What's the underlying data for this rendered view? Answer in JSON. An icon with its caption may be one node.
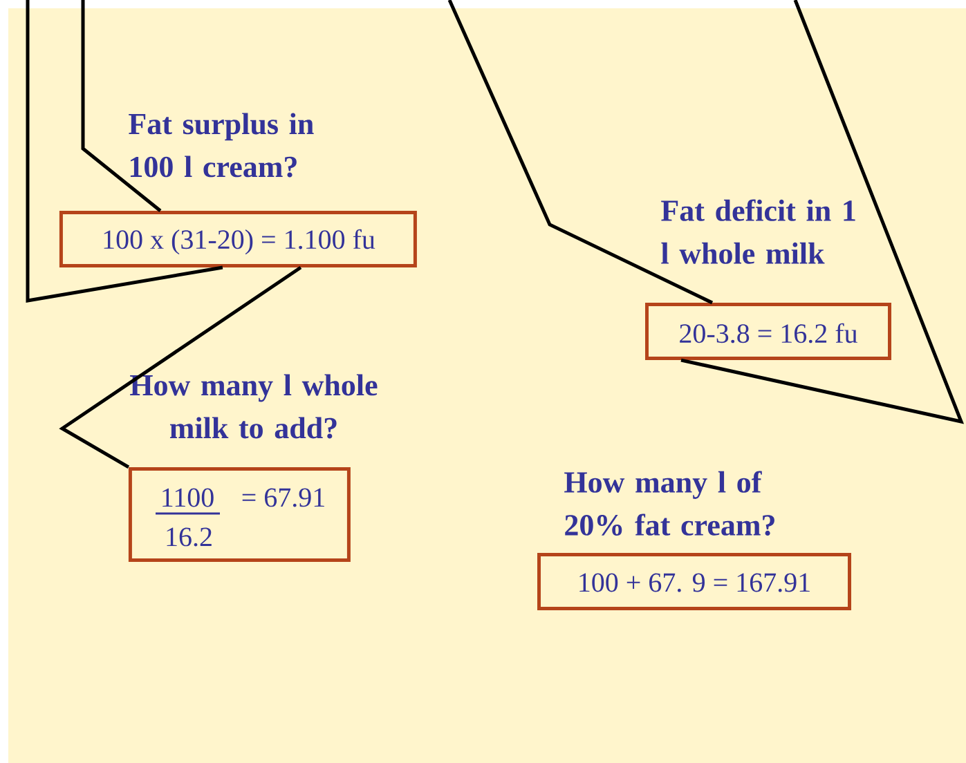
{
  "diagram": {
    "nodes": [
      {
        "text": [
          "Fat surplus in 100 l cream?",
          "100 x (31-20) = 1.100 fu"
        ]
      },
      {
        "text": [
          "How many l whole milk to add?",
          "1100",
          "= 67.91",
          "16.2"
        ]
      },
      {
        "text": [
          "Fat deficit in 1 l whole milk",
          "20-3.8 = 16.2 fu"
        ]
      },
      {
        "text": [
          "How many l of 20% fat cream?",
          "100 + 67. 9 =  167.91"
        ]
      }
    ],
    "edges": [
      {
        "from": null,
        "to": 0,
        "arrow": "none"
      },
      {
        "from": null,
        "to": 0,
        "arrow": "none"
      },
      {
        "from": 0,
        "to": 1,
        "arrow": "none"
      },
      {
        "from": null,
        "to": 2,
        "arrow": "none"
      },
      {
        "from": null,
        "to": 2,
        "arrow": "none"
      }
    ]
  }
}
